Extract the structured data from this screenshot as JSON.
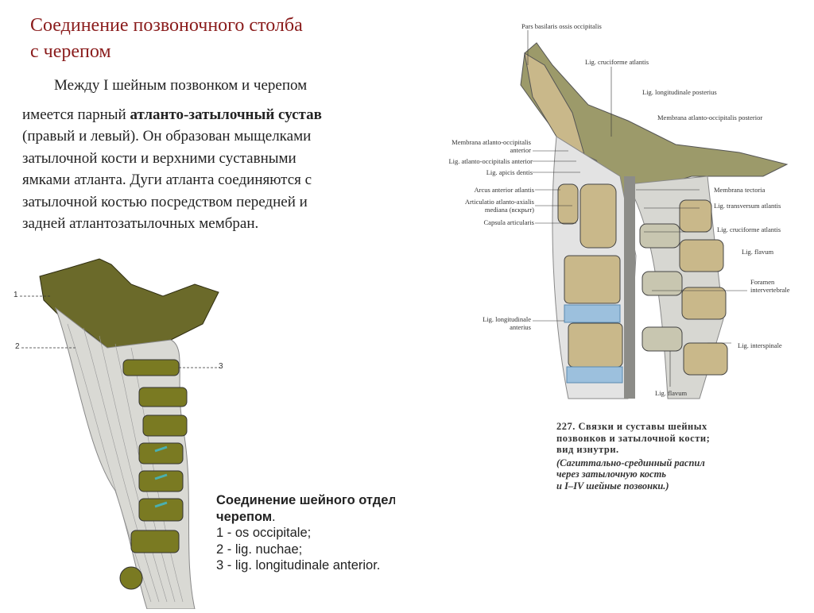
{
  "title": {
    "line1": "Соединение позвоночного столба",
    "line2": "с черепом"
  },
  "body": {
    "line1": "Между I шейным позвонком и черепом",
    "line2_pre": "имеется парный ",
    "line2_bold": "атланто-затылочный сустав",
    "line3": "(правый и левый). Он образован мыщелками",
    "line4": "затылочной кости и верхними суставными",
    "line5": "ямками атланта. Дуги атланта соединяются с",
    "line6": "затылочной костью посредством передней и",
    "line7": "задней атлантозатылочных мембран."
  },
  "left_figure": {
    "markers": [
      "1",
      "2",
      "3"
    ]
  },
  "left_caption": {
    "bold1": "Соединение шейного отдела позвоночника с",
    "bold2": "черепом",
    "dot": ".",
    "items": [
      "1 - os occipitale;",
      "2 - lig. nuchae;",
      "3 - lig. longitudinale anterior."
    ]
  },
  "right_figure": {
    "labels": {
      "pars_basilaris": "Pars basilaris ossis occipitalis",
      "cruciforme_top": "Lig. cruciforme atlantis",
      "long_post": "Lig. longitudinale posterius",
      "memb_post": "Membrana atlanto-occipitalis posterior",
      "memb_ant1": "Membrana atlanto-occipitalis",
      "memb_ant2": "anterior",
      "lig_ao_ant": "Lig. atlanto-occipitalis anterior",
      "apicis": "Lig. apicis dentis",
      "arcus": "Arcus anterior atlantis",
      "artic1": "Articulatio atlanto-axialis",
      "artic2": "mediana (вскрыт)",
      "capsula": "Capsula articularis",
      "tectoria": "Membrana tectoria",
      "transversum": "Lig. transversum atlantis",
      "cruciforme": "Lig. cruciforme atlantis",
      "flavum1": "Lig. flavum",
      "foramen1": "Foramen",
      "foramen2": "intervertebrale",
      "long_ant1": "Lig. longitudinale",
      "long_ant2": "anterius",
      "interspinale": "Lig. interspinale",
      "flavum2": "Lig. flavum"
    }
  },
  "right_caption": {
    "line1": "227. Связки и суставы шейных",
    "line2": "позвонков и затылочной кости;",
    "line3": "вид изнутри.",
    "line4": "(Сагиттально-срединный распил",
    "line5": "через затылочную кость",
    "line6": "и I–IV шейные позвонки.)"
  }
}
